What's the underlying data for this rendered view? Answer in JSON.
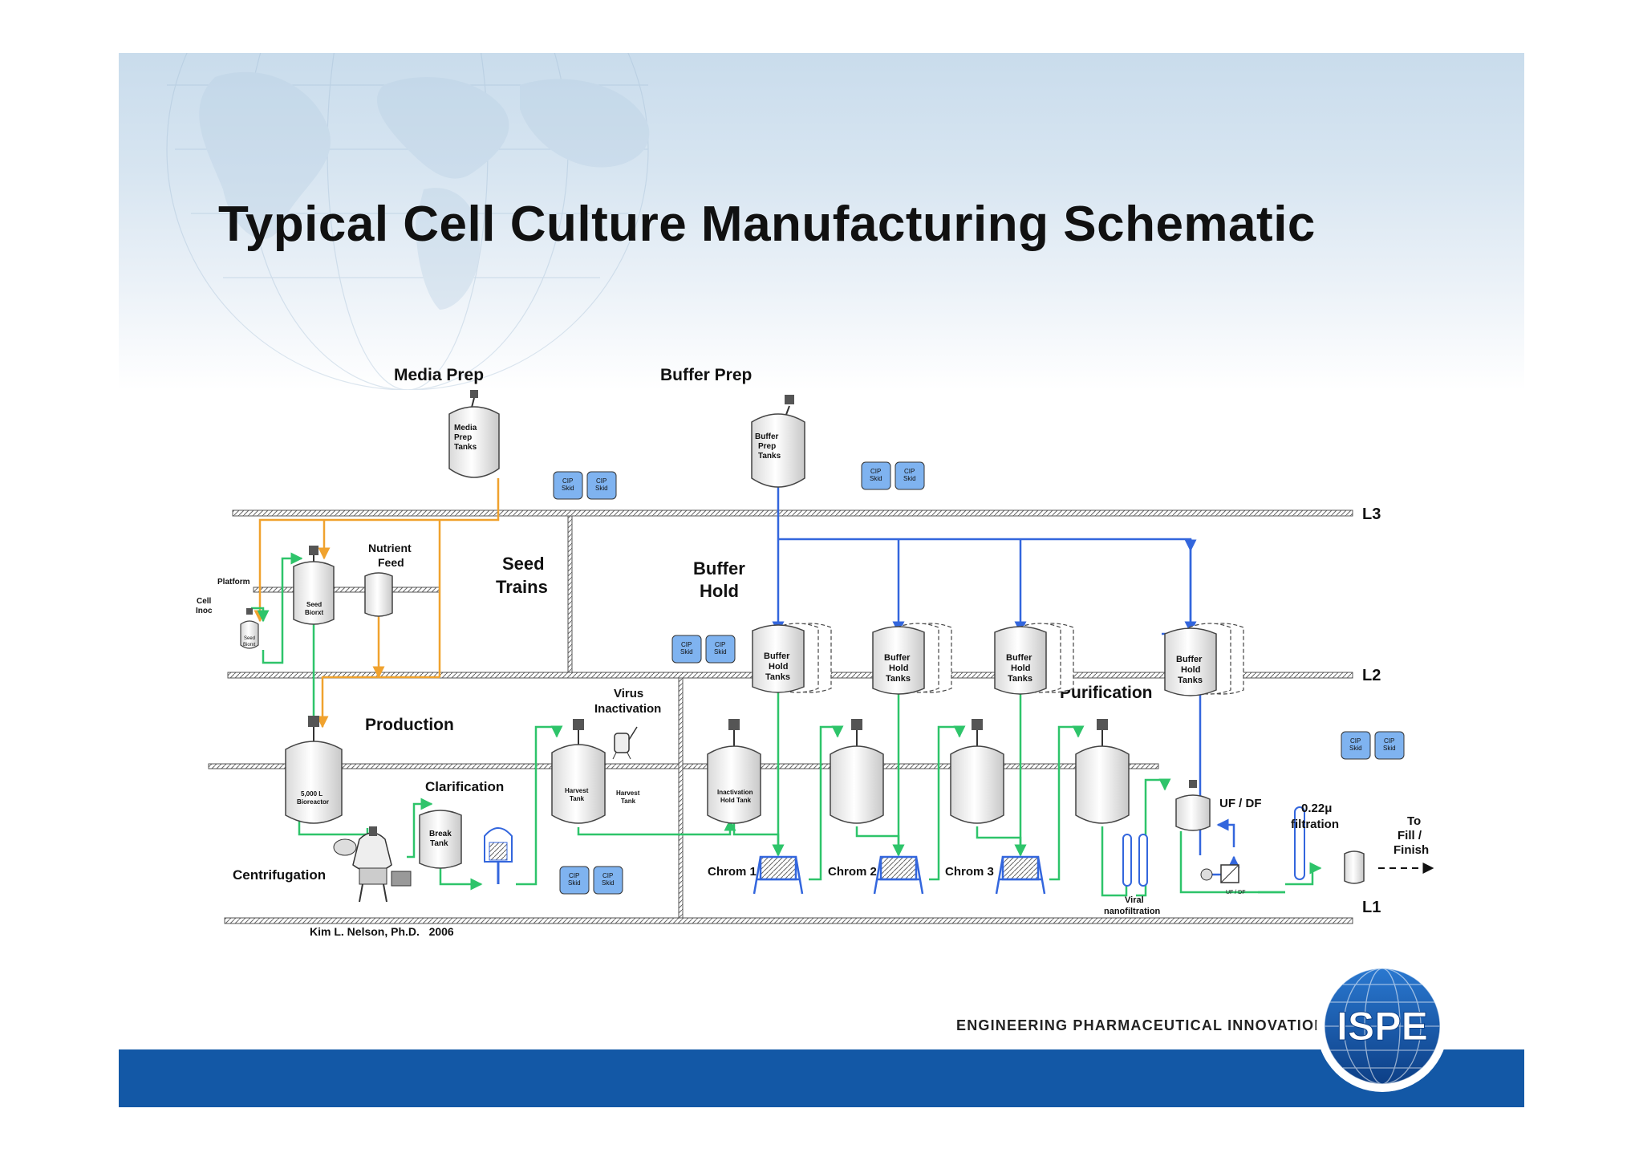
{
  "title": "Typical Cell Culture Manufacturing Schematic",
  "colors": {
    "orange_line": "#f0a22e",
    "green_line": "#2ec46a",
    "blue_line": "#3366dd",
    "cip_skid": "#7fb3f0",
    "footer_band": "#1358a6",
    "logo_blue": "#1557a8"
  },
  "sections": {
    "media_prep": "Media Prep",
    "buffer_prep": "Buffer Prep",
    "seed_trains": [
      "Seed",
      "Trains"
    ],
    "buffer_hold": [
      "Buffer",
      "Hold"
    ],
    "production": "Production",
    "purification": "Purification",
    "clarification": "Clarification",
    "centrifugation": "Centrifugation",
    "virus_inactivation": [
      "Virus",
      "Inactivation"
    ],
    "nutrient_feed": [
      "Nutrient",
      "Feed"
    ],
    "platform": "Platform",
    "cell_inoc": [
      "Cell",
      "Inoc"
    ]
  },
  "levels": [
    "L3",
    "L2",
    "L1"
  ],
  "tanks": {
    "media_prep": [
      "Media",
      "Prep",
      "Tanks"
    ],
    "buffer_prep": [
      "Buffer",
      "Prep",
      "Tanks"
    ],
    "buffer_hold": [
      "Buffer",
      "Hold",
      "Tanks"
    ],
    "seed_bioreactor": [
      "Seed",
      "Biorxt"
    ],
    "small_seed": [
      "Seed",
      "Biorxt"
    ],
    "bioreactor": [
      "5,000 L",
      "Bioreactor"
    ],
    "break_tank": [
      "Break",
      "Tank"
    ],
    "harvest_tank": [
      "Harvest",
      "Tank"
    ],
    "harvest_tank_side": [
      "Harvest",
      "Tank"
    ],
    "inactivation_hold": [
      "Inactivation",
      "Hold Tank"
    ]
  },
  "cip_skid": [
    "CIP",
    "Skid"
  ],
  "chrom_labels": [
    "Chrom 1",
    "Chrom 2",
    "Chrom 3"
  ],
  "uf_df": "UF / DF",
  "uf_df_small": "UF / DF",
  "filtration": [
    "0.22μ",
    "filtration"
  ],
  "to_fill": [
    "To",
    "Fill /",
    "Finish"
  ],
  "viral": [
    "Viral",
    "nanofiltration"
  ],
  "author": "Kim L. Nelson, Ph.D.   2006",
  "tagline": "ENGINEERING PHARMACEUTICAL INNOVATION",
  "logo_text": "ISPE"
}
